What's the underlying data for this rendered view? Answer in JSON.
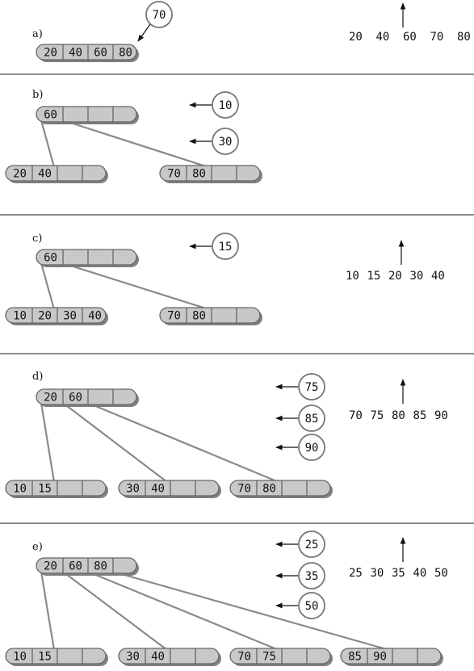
{
  "colors": {
    "node_fill": "#c8c8c8",
    "node_shadow": "#808080",
    "link": "#8a8a8a",
    "divider": "#8c8c8c",
    "circle_stroke": "#777777"
  },
  "panels": [
    {
      "label": "a)",
      "nodes": [
        {
          "id": "a-root",
          "keys": [
            "20",
            "40",
            "60",
            "80"
          ]
        }
      ],
      "links": [],
      "inserts": [
        "70"
      ],
      "sequence": [
        "20",
        "40",
        "60",
        "70",
        "80"
      ],
      "pointer_index": 2
    },
    {
      "label": "b)",
      "nodes": [
        {
          "id": "b-root",
          "keys": [
            "60",
            "",
            "",
            ""
          ]
        },
        {
          "id": "b-c0",
          "keys": [
            "20",
            "40",
            "",
            ""
          ]
        },
        {
          "id": "b-c1",
          "keys": [
            "70",
            "80",
            "",
            ""
          ]
        }
      ],
      "links": [
        [
          "b-root",
          "b-c0"
        ],
        [
          "b-root",
          "b-c1"
        ]
      ],
      "inserts": [
        "10",
        "30"
      ],
      "sequence": [],
      "pointer_index": null
    },
    {
      "label": "c)",
      "nodes": [
        {
          "id": "c-root",
          "keys": [
            "60",
            "",
            "",
            ""
          ]
        },
        {
          "id": "c-c0",
          "keys": [
            "10",
            "20",
            "30",
            "40"
          ]
        },
        {
          "id": "c-c1",
          "keys": [
            "70",
            "80",
            "",
            ""
          ]
        }
      ],
      "links": [
        [
          "c-root",
          "c-c0"
        ],
        [
          "c-root",
          "c-c1"
        ]
      ],
      "inserts": [
        "15"
      ],
      "sequence": [
        "10",
        "15",
        "20",
        "30",
        "40"
      ],
      "pointer_index": 2
    },
    {
      "label": "d)",
      "nodes": [
        {
          "id": "d-root",
          "keys": [
            "20",
            "60",
            "",
            ""
          ]
        },
        {
          "id": "d-c0",
          "keys": [
            "10",
            "15",
            "",
            ""
          ]
        },
        {
          "id": "d-c1",
          "keys": [
            "30",
            "40",
            "",
            ""
          ]
        },
        {
          "id": "d-c2",
          "keys": [
            "70",
            "80",
            "",
            ""
          ]
        }
      ],
      "links": [
        [
          "d-root",
          "d-c0"
        ],
        [
          "d-root",
          "d-c1"
        ],
        [
          "d-root",
          "d-c2"
        ]
      ],
      "inserts": [
        "75",
        "85",
        "90"
      ],
      "sequence": [
        "70",
        "75",
        "80",
        "85",
        "90"
      ],
      "pointer_index": 2
    },
    {
      "label": "e)",
      "nodes": [
        {
          "id": "e-root",
          "keys": [
            "20",
            "60",
            "80",
            ""
          ]
        },
        {
          "id": "e-c0",
          "keys": [
            "10",
            "15",
            "",
            ""
          ]
        },
        {
          "id": "e-c1",
          "keys": [
            "30",
            "40",
            "",
            ""
          ]
        },
        {
          "id": "e-c2",
          "keys": [
            "70",
            "75",
            "",
            ""
          ]
        },
        {
          "id": "e-c3",
          "keys": [
            "85",
            "90",
            "",
            ""
          ]
        }
      ],
      "links": [
        [
          "e-root",
          "e-c0"
        ],
        [
          "e-root",
          "e-c1"
        ],
        [
          "e-root",
          "e-c2"
        ],
        [
          "e-root",
          "e-c3"
        ]
      ],
      "inserts": [
        "25",
        "35",
        "50"
      ],
      "sequence": [
        "25",
        "30",
        "35",
        "40",
        "50"
      ],
      "pointer_index": 2
    }
  ]
}
